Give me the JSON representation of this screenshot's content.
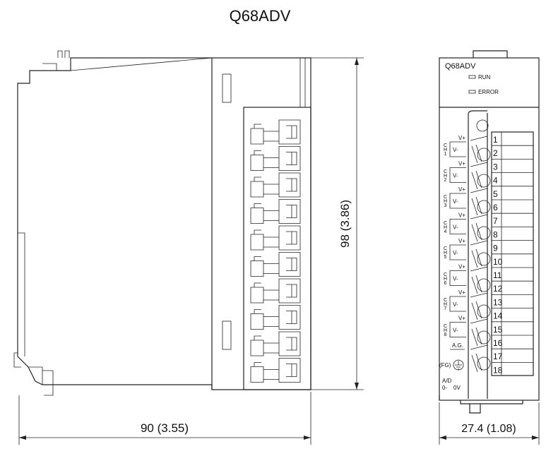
{
  "title": "Q68ADV",
  "dimensions": {
    "depth": "90 (3.55)",
    "height": "98 (3.86)",
    "width": "27.4 (1.08)"
  },
  "front": {
    "model": "Q68ADV",
    "led_run": "RUN",
    "led_error": "ERROR",
    "channels": [
      "CH1",
      "CH2",
      "CH3",
      "CH4",
      "CH5",
      "CH6",
      "CH7",
      "CH8"
    ],
    "vplus": "V+",
    "vminus": "V-",
    "ag": "A.G.",
    "fg": "(FG)",
    "ad_line1": "A/D",
    "ad_line2": "0-    0V",
    "terminals": [
      "1",
      "2",
      "3",
      "4",
      "5",
      "6",
      "7",
      "8",
      "9",
      "10",
      "11",
      "12",
      "13",
      "14",
      "15",
      "16",
      "17",
      "18"
    ]
  }
}
